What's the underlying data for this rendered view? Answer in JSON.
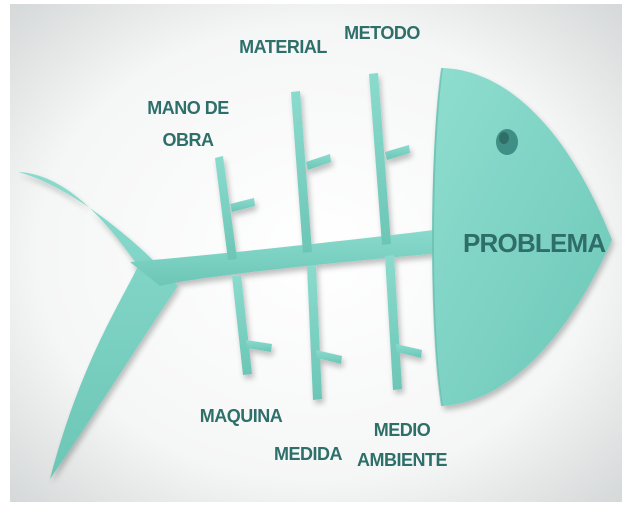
{
  "diagram": {
    "head_label": "PROBLEMA",
    "causes_top": [
      {
        "line1": "MANO DE",
        "line2": "OBRA"
      },
      {
        "line1": "MATERIAL",
        "line2": ""
      },
      {
        "line1": "METODO",
        "line2": ""
      }
    ],
    "causes_bottom": [
      {
        "line1": "MAQUINA",
        "line2": ""
      },
      {
        "line1": "MEDIDA",
        "line2": ""
      },
      {
        "line1": "MEDIO",
        "line2": "AMBIENTE"
      }
    ]
  },
  "colors": {
    "fish_body": "#7fd3c4",
    "fish_shadow": "#5fb8a9",
    "eye": "#3f8f86",
    "label_text": "#2f6f6a",
    "background_center": "#ffffff",
    "background_edge": "#d9dcdc"
  },
  "icons": {
    "eye": "fish-eye-icon"
  }
}
